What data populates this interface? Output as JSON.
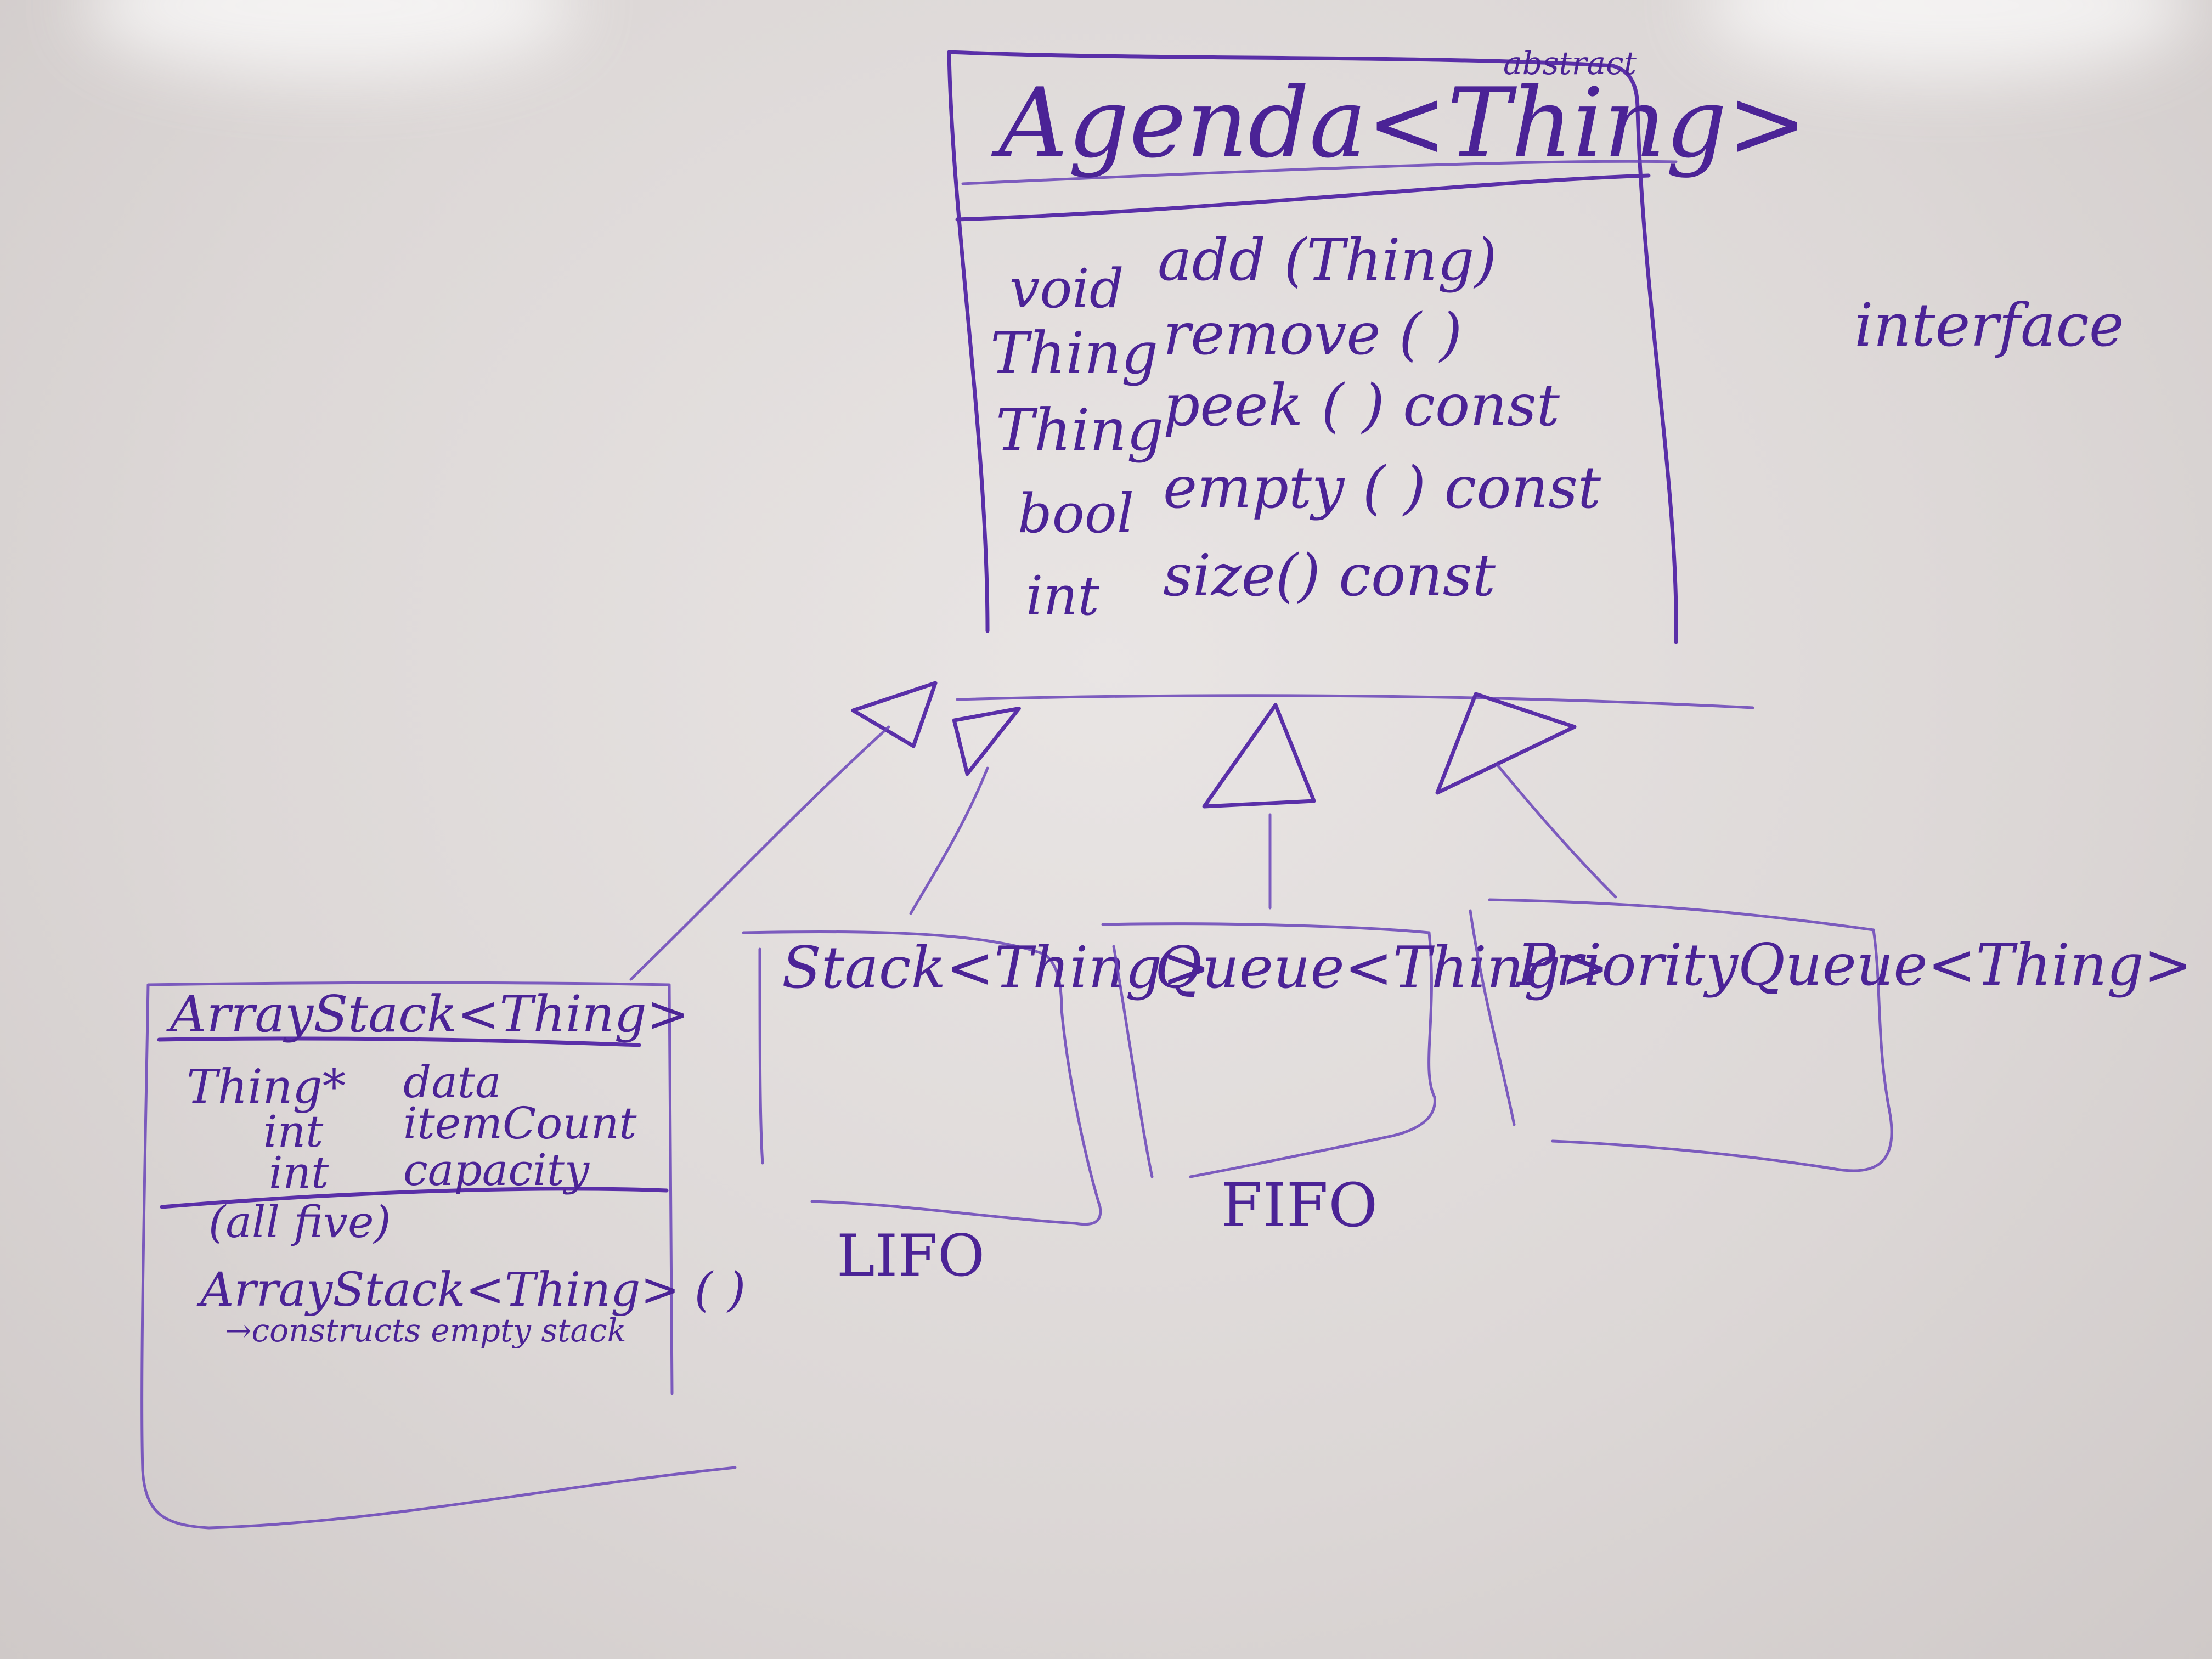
{
  "agenda": {
    "title": "Agenda<Thing>",
    "stereotype": "abstract",
    "methods": [
      {
        "ret": "void",
        "sig": "add (Thing)"
      },
      {
        "ret": "Thing",
        "sig": "remove ( )"
      },
      {
        "ret": "Thing",
        "sig": "peek ( ) const"
      },
      {
        "ret": "bool",
        "sig": "empty ( ) const"
      },
      {
        "ret": "int",
        "sig": "size()  const"
      }
    ]
  },
  "side_note": "interface",
  "array_stack": {
    "title": "ArrayStack<Thing>",
    "fields": [
      {
        "type": "Thing*",
        "name": "data"
      },
      {
        "type": "int",
        "name": "itemCount"
      },
      {
        "type": "int",
        "name": "capacity"
      }
    ],
    "note": "(all five)",
    "constructor": "ArrayStack<Thing> ( )",
    "constructor_note": "→constructs empty stack"
  },
  "stack": {
    "title": "Stack<Thing>",
    "label": "LIFO"
  },
  "queue": {
    "title": "Queue<Thing>",
    "label": "FIFO"
  },
  "priority_queue": {
    "title": "PriorityQueue<Thing>"
  },
  "ink_color": "#5a2fa8"
}
